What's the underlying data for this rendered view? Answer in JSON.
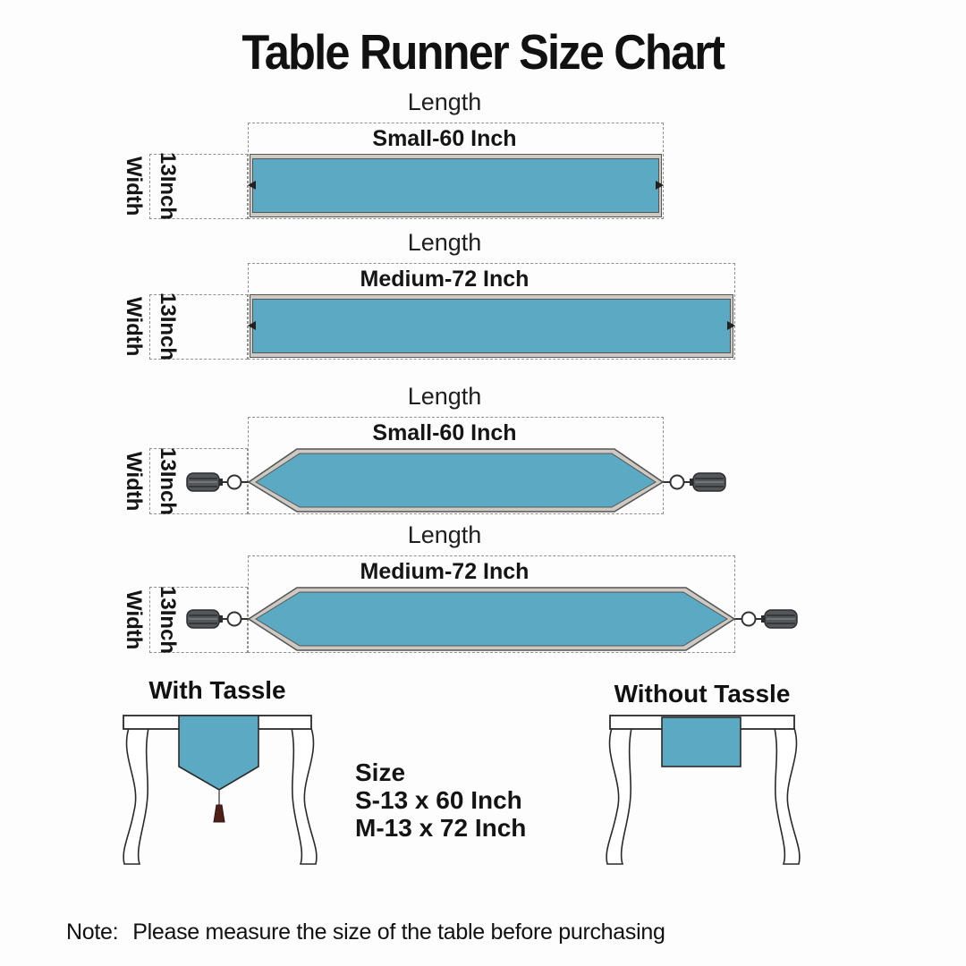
{
  "title": "Table Runner Size Chart",
  "diagrams": [
    {
      "length_label": "Length",
      "size_label": "Small-60 Inch",
      "width_label": "Width",
      "width_value": "13Inch",
      "style": "flat"
    },
    {
      "length_label": "Length",
      "size_label": "Medium-72 Inch",
      "width_label": "Width",
      "width_value": "13Inch",
      "style": "flat"
    },
    {
      "length_label": "Length",
      "size_label": "Small-60 Inch",
      "width_label": "Width",
      "width_value": "13Inch",
      "style": "pointed-with-tassels"
    },
    {
      "length_label": "Length",
      "size_label": "Medium-72 Inch",
      "width_label": "Width",
      "width_value": "13Inch",
      "style": "pointed-with-tassels"
    }
  ],
  "examples": [
    {
      "caption": "With Tassle",
      "runner": "pointed-hanging-with-tassel"
    },
    {
      "caption": "Without Tassle",
      "runner": "plain-hanging"
    }
  ],
  "size_info": {
    "heading": "Size",
    "items": [
      "S-13 x 60 Inch",
      "M-13 x 72 Inch"
    ]
  },
  "note": {
    "label": "Note:",
    "text": "Please measure the size of the table before purchasing"
  },
  "colors": {
    "runner_fill": "#5CA9C4",
    "hem_band": "#CFC9C3",
    "outline": "#555555",
    "dash": "#909090",
    "tassel_gray": "#54575A",
    "tassel_maroon": "#4E2018",
    "text": "#1B1B1B",
    "background": "#FDFDFD"
  }
}
